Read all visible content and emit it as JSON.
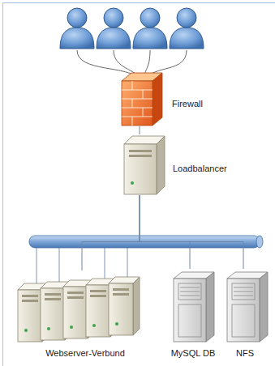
{
  "diagram": {
    "nodes": [
      {
        "text": [
          "Firewall"
        ]
      },
      {
        "text": [
          "Loadbalancer"
        ]
      },
      {
        "text": [
          "Webserver-Verbund"
        ]
      },
      {
        "text": [
          "MySQL DB"
        ]
      },
      {
        "text": [
          "NFS"
        ]
      }
    ],
    "edges": [
      {
        "from": 0,
        "to": 1,
        "arrow": "none"
      },
      {
        "from": 1,
        "to": 2,
        "arrow": "none"
      },
      {
        "from": 1,
        "to": 3,
        "arrow": "none"
      },
      {
        "from": 1,
        "to": 4,
        "arrow": "none"
      }
    ]
  }
}
